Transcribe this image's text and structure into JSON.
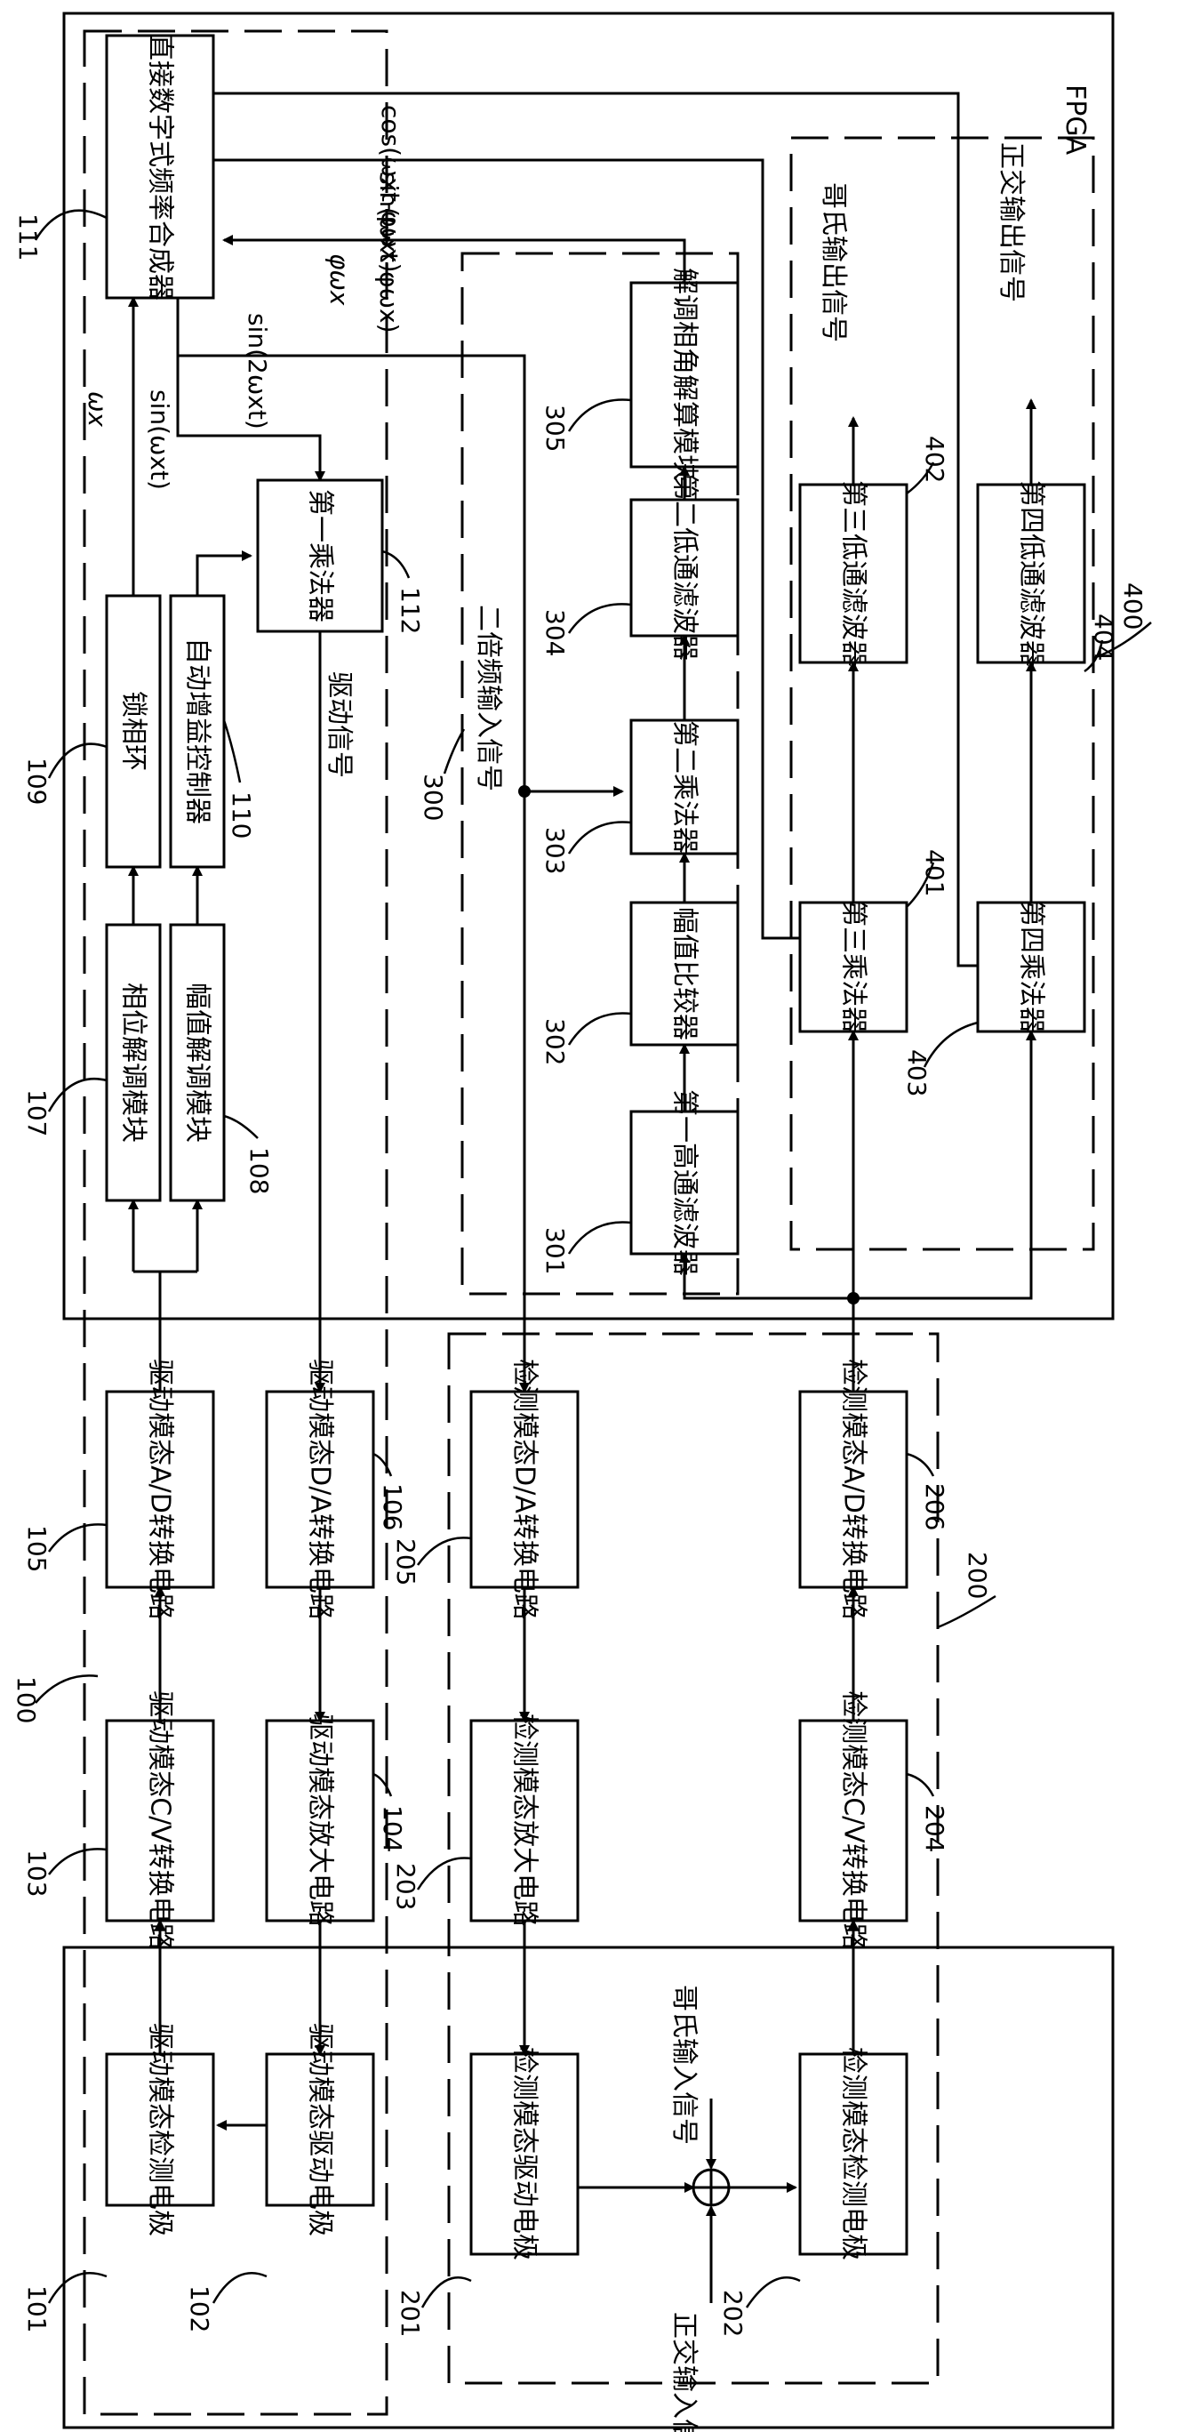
{
  "frame_labels": {
    "fpga": "FPGA"
  },
  "blocks": {
    "b111": "直接数字式频率合成器",
    "b109": "锁相环",
    "b110": "自动增益控制器",
    "b112": "第一乘法器",
    "b107": "相位解调模块",
    "b108": "幅值解调模块",
    "b105": "驱动模态A/D转换电路",
    "b106": "驱动模态D/A转换电路",
    "b103": "驱动模态C/V转换电路",
    "b104": "驱动模态放大电路",
    "b101": "驱动模态检测电极",
    "b102": "驱动模态驱动电极",
    "b301": "第一高通滤波器",
    "b302": "幅值比较器",
    "b303": "第二乘法器",
    "b304": "第二低通滤波器",
    "b305": "解调相角解算模块",
    "b401": "第三乘法器",
    "b402": "第三低通滤波器",
    "b403": "第四乘法器",
    "b404": "第四低通滤波器",
    "b205": "检测模态D/A转换电路",
    "b206": "检测模态A/D转换电路",
    "b203": "检测模态放大电路",
    "b204": "检测模态C/V转换电路",
    "b201": "检测模态驱动电极",
    "b202": "检测模态检测电极"
  },
  "signals": {
    "cos": "cos(ωxt-φωx)",
    "sin": "sin(ωxt-φωx)",
    "phi": "φωx",
    "sin2": "sin(2ωxt)",
    "omega": "ωx",
    "sinw": "sin(ωxt)",
    "drive": "驱动信号",
    "double": "二倍频输入信号",
    "coriolis_out": "哥氏输出信号",
    "quad_out": "正交输出信号",
    "coriolis_in": "哥氏输入信号",
    "quad_in": "正交输入信号"
  },
  "refs": {
    "r111": "111",
    "r112": "112",
    "r109": "109",
    "r110": "110",
    "r107": "107",
    "r108": "108",
    "r105": "105",
    "r106": "106",
    "r103": "103",
    "r104": "104",
    "r100": "100",
    "r101": "101",
    "r102": "102",
    "r201": "201",
    "r202": "202",
    "r203": "203",
    "r204": "204",
    "r205": "205",
    "r206": "206",
    "r200": "200",
    "r300": "300",
    "r301": "301",
    "r302": "302",
    "r303": "303",
    "r304": "304",
    "r305": "305",
    "r400": "400",
    "r401": "401",
    "r402": "402",
    "r403": "403",
    "r404": "404"
  }
}
